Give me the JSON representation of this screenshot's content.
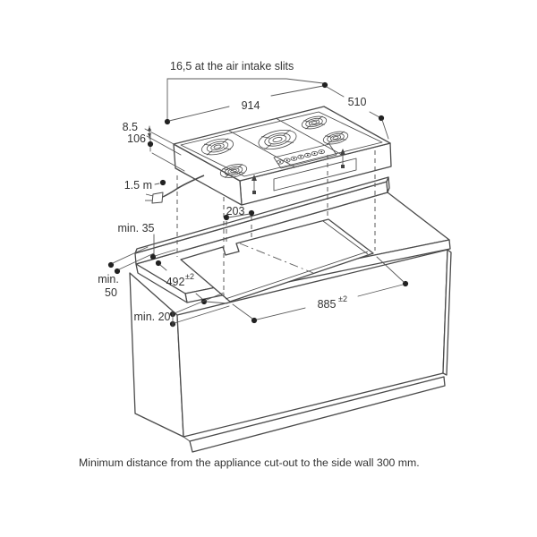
{
  "diagram": {
    "top_note": "16,5 at the air intake slits",
    "dim_width": "914",
    "dim_depth": "510",
    "dim_rim_height": "8.5",
    "dim_body_height": "106",
    "dim_cable_length": "1.5 m",
    "dim_rear_clearance": "min. 35",
    "dim_notch": "203",
    "dim_cutout_depth": "492",
    "dim_cutout_depth_tol": "±2",
    "dim_front_clearance_line1": "min.",
    "dim_front_clearance_line2": "50",
    "dim_cutout_width": "885",
    "dim_cutout_width_tol": "±2",
    "dim_gap": "min. 20",
    "caption": "Minimum distance from the appliance cut-out to the side wall 300 mm."
  },
  "colors": {
    "background": "#ffffff",
    "object_line": "#4a4a4a",
    "dimension_line": "#5a5a5a",
    "text": "#333333",
    "dot": "#222222"
  }
}
